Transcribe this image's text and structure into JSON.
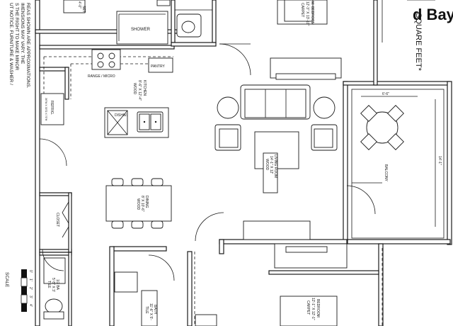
{
  "plan": {
    "title": "d Bay II",
    "subtitle": "SQUARE FEET*",
    "notes": [
      "REAS SHOWN ARE APPROXIMATIONS.",
      "IMENSIONS MAY VARY. THE",
      "S THE RIGHT TO MAKE MINOR",
      "UT NOTICE. FURNITURE & WASHER /"
    ],
    "scale": {
      "label": "SCALE",
      "ticks": [
        "0'",
        "1'",
        "2'",
        "3'",
        "4'"
      ]
    },
    "rooms": {
      "bedroom_top": {
        "name": "M. BEDROOM",
        "dims": "12'-3\" X 13'-10\"",
        "floor": "CARPET"
      },
      "kitchen": {
        "name": "KITCHEN",
        "dims": "8'-6\" X 12'-4\"",
        "floor": "WOOD"
      },
      "living": {
        "name": "LIVING ROOM",
        "dims": "14'-1\" X 12'",
        "floor": "WOOD"
      },
      "balcony": {
        "name": "BALCONY",
        "width_dim": "6'-6\"",
        "depth_dim": "14'-1\""
      },
      "dining": {
        "name": "DINING",
        "dims": "8' X 10'-6\"",
        "floor": "WOOD"
      },
      "half_bath": {
        "name": "1/2 BA",
        "dims": "5'-5\" X 3'",
        "floor": "TILE"
      },
      "bath": {
        "name": "BATH",
        "dims": "11'-6\" X 5'-",
        "floor": "TILE"
      },
      "bedroom_bottom": {
        "name": "BEDROOM",
        "dims": "12'-1\" X 12'-1\"",
        "floor": "CARPET"
      }
    },
    "fixtures": {
      "shower": "SHOWER",
      "pantry": "PANTRY",
      "range": "RANGE / MICRO",
      "refrig": "REFRIG.",
      "refrig_dims": "36\"W X 30\"D X 70\"H",
      "dishwasher": "DISHW.",
      "closet": "CLOSET",
      "top_left_label": "SET",
      "top_left_dims": "4'-0\""
    }
  }
}
